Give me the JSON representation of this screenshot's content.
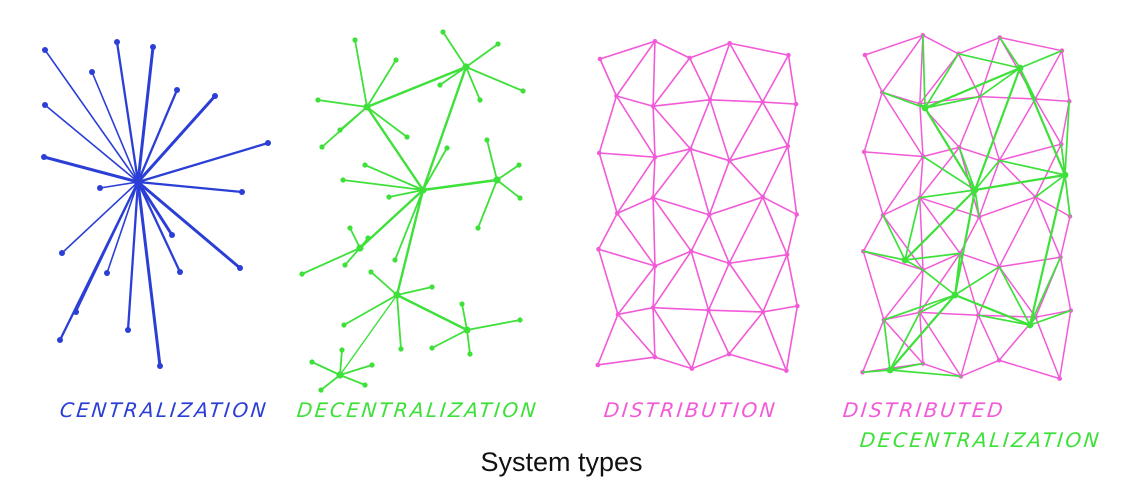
{
  "panels": [
    {
      "id": "centralization",
      "labels": [
        "CENTRALIZATION"
      ],
      "color": "#2b3fd6"
    },
    {
      "id": "decentralization",
      "labels": [
        "DECENTRALIZATION"
      ],
      "color": "#3ee03a"
    },
    {
      "id": "distribution",
      "labels": [
        "DISTRIBUTION"
      ],
      "color": "#f25ad8"
    },
    {
      "id": "distributed-decentralization",
      "labels": [
        "DISTRIBUTED",
        "DECENTRALIZATION"
      ],
      "colors": [
        "#f25ad8",
        "#3ee03a"
      ]
    }
  ],
  "caption": "System types"
}
